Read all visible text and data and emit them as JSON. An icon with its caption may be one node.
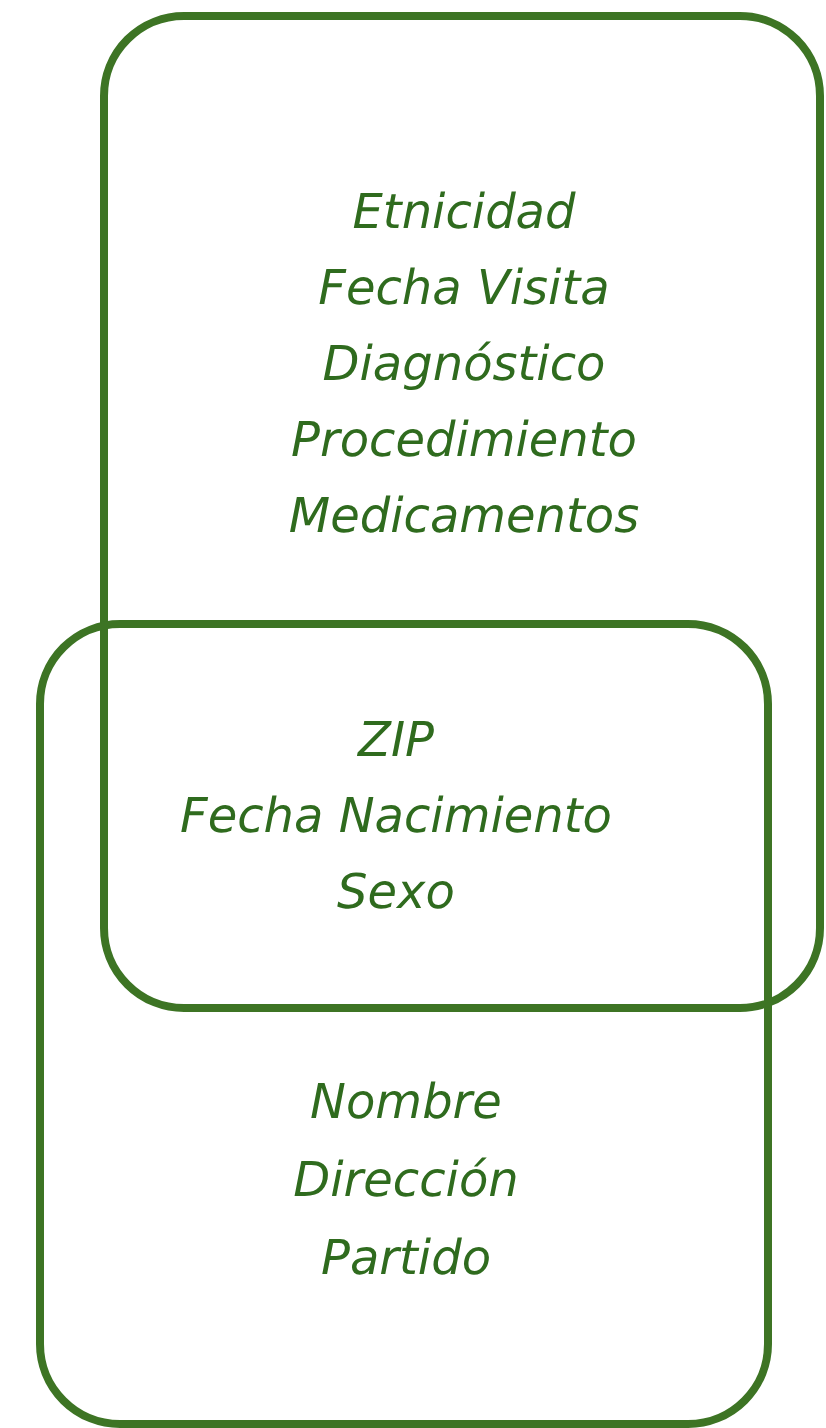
{
  "diagram": {
    "nodes": [
      {
        "text": [
          "Etnicidad",
          "Fecha Visita",
          "Diagnóstico",
          "Procedimiento",
          "Medicamentos"
        ]
      },
      {
        "text": [
          "Nombre",
          "Dirección",
          "Partido"
        ]
      }
    ],
    "edges": [],
    "labels": [
      "ZIP",
      "Fecha Nacimiento",
      "Sexo"
    ]
  }
}
